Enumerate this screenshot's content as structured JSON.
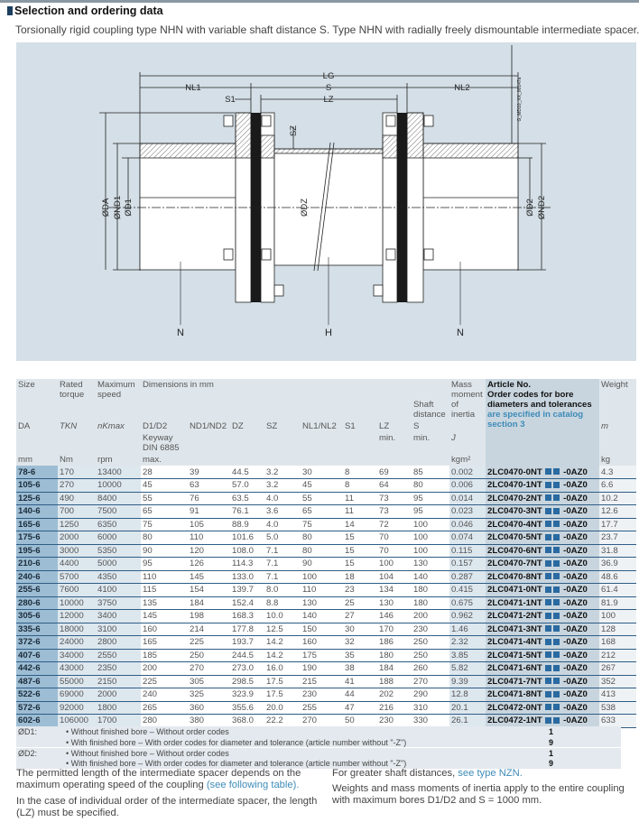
{
  "header": {
    "title": "Selection and ordering data",
    "subtitle": "Torsionally rigid coupling type NHN with variable shaft distance S. Type NHN with radially freely dismountable intermediate spacer."
  },
  "diagram": {
    "labels": {
      "LG": "LG",
      "NL1": "NL1",
      "S": "S",
      "NL2": "NL2",
      "S1": "S1",
      "LZ": "LZ",
      "SZ": "SZ",
      "DA": "ØDA",
      "ND1": "ØND1",
      "D1": "ØD1",
      "DZ": "ØDZ",
      "D2": "ØD2",
      "ND2": "ØND2",
      "N_left": "N",
      "H": "H",
      "N_right": "N"
    },
    "drawing_id": "G_MD10_XX_00147a"
  },
  "table": {
    "headers": {
      "size": "Size",
      "torque": "Rated torque",
      "speed": "Maximum speed",
      "dims": "Dimensions in mm",
      "shaft": "Shaft distance",
      "mass": "Mass moment of inertia",
      "article": "Article No.",
      "article_note": "Order codes for bore diameters and tolerances",
      "article_link": "are specified in catalog section 3",
      "weight": "Weight",
      "sym": [
        "DA",
        "TKN",
        "nKmax",
        "D1/D2",
        "ND1/ND2",
        "DZ",
        "SZ",
        "NL1/NL2",
        "S1",
        "LZ",
        "S",
        "J",
        "",
        "m"
      ],
      "sub": [
        "",
        "",
        "",
        "Keyway DIN 6885",
        "",
        "",
        "",
        "",
        "",
        "min.",
        "min.",
        "",
        "",
        ""
      ],
      "units": [
        "mm",
        "Nm",
        "rpm",
        "max.",
        "",
        "",
        "",
        "",
        "",
        "",
        "",
        "kgm²",
        "",
        "kg"
      ]
    },
    "rows": [
      [
        "78-6",
        "170",
        "13400",
        "28",
        "39",
        "44.5",
        "3.2",
        "30",
        "8",
        "69",
        "85",
        "0.002",
        "2LC0470-0NT",
        "-0AZ0",
        "4.3"
      ],
      [
        "105-6",
        "270",
        "10000",
        "45",
        "63",
        "57.0",
        "3.2",
        "45",
        "8",
        "64",
        "80",
        "0.006",
        "2LC0470-1NT",
        "-0AZ0",
        "6.6"
      ],
      [
        "125-6",
        "490",
        "8400",
        "55",
        "76",
        "63.5",
        "4.0",
        "55",
        "11",
        "73",
        "95",
        "0.014",
        "2LC0470-2NT",
        "-0AZ0",
        "10.2"
      ],
      [
        "140-6",
        "700",
        "7500",
        "65",
        "91",
        "76.1",
        "3.6",
        "65",
        "11",
        "73",
        "95",
        "0.023",
        "2LC0470-3NT",
        "-0AZ0",
        "12.6"
      ],
      [
        "165-6",
        "1250",
        "6350",
        "75",
        "105",
        "88.9",
        "4.0",
        "75",
        "14",
        "72",
        "100",
        "0.046",
        "2LC0470-4NT",
        "-0AZ0",
        "17.7"
      ],
      [
        "175-6",
        "2000",
        "6000",
        "80",
        "110",
        "101.6",
        "5.0",
        "80",
        "15",
        "70",
        "100",
        "0.074",
        "2LC0470-5NT",
        "-0AZ0",
        "23.7"
      ],
      [
        "195-6",
        "3000",
        "5350",
        "90",
        "120",
        "108.0",
        "7.1",
        "80",
        "15",
        "70",
        "100",
        "0.115",
        "2LC0470-6NT",
        "-0AZ0",
        "31.8"
      ],
      [
        "210-6",
        "4400",
        "5000",
        "95",
        "126",
        "114.3",
        "7.1",
        "90",
        "15",
        "100",
        "130",
        "0.157",
        "2LC0470-7NT",
        "-0AZ0",
        "36.9"
      ],
      [
        "240-6",
        "5700",
        "4350",
        "110",
        "145",
        "133.0",
        "7.1",
        "100",
        "18",
        "104",
        "140",
        "0.287",
        "2LC0470-8NT",
        "-0AZ0",
        "48.6"
      ],
      [
        "255-6",
        "7600",
        "4100",
        "115",
        "154",
        "139.7",
        "8.0",
        "110",
        "23",
        "134",
        "180",
        "0.415",
        "2LC0471-0NT",
        "-0AZ0",
        "61.4"
      ],
      [
        "280-6",
        "10000",
        "3750",
        "135",
        "184",
        "152.4",
        "8.8",
        "130",
        "25",
        "130",
        "180",
        "0.675",
        "2LC0471-1NT",
        "-0AZ0",
        "81.9"
      ],
      [
        "305-6",
        "12000",
        "3400",
        "145",
        "198",
        "168.3",
        "10.0",
        "140",
        "27",
        "146",
        "200",
        "0.962",
        "2LC0471-2NT",
        "-0AZ0",
        "100"
      ],
      [
        "335-6",
        "18000",
        "3100",
        "160",
        "214",
        "177.8",
        "12.5",
        "150",
        "30",
        "170",
        "230",
        "1.46",
        "2LC0471-3NT",
        "-0AZ0",
        "128"
      ],
      [
        "372-6",
        "24000",
        "2800",
        "165",
        "225",
        "193.7",
        "14.2",
        "160",
        "32",
        "186",
        "250",
        "2.32",
        "2LC0471-4NT",
        "-0AZ0",
        "168"
      ],
      [
        "407-6",
        "34000",
        "2550",
        "185",
        "250",
        "244.5",
        "14.2",
        "175",
        "35",
        "180",
        "250",
        "3.85",
        "2LC0471-5NT",
        "-0AZ0",
        "212"
      ],
      [
        "442-6",
        "43000",
        "2350",
        "200",
        "270",
        "273.0",
        "16.0",
        "190",
        "38",
        "184",
        "260",
        "5.82",
        "2LC0471-6NT",
        "-0AZ0",
        "267"
      ],
      [
        "487-6",
        "55000",
        "2150",
        "225",
        "305",
        "298.5",
        "17.5",
        "215",
        "41",
        "188",
        "270",
        "9.39",
        "2LC0471-7NT",
        "-0AZ0",
        "352"
      ],
      [
        "522-6",
        "69000",
        "2000",
        "240",
        "325",
        "323.9",
        "17.5",
        "230",
        "44",
        "202",
        "290",
        "12.8",
        "2LC0471-8NT",
        "-0AZ0",
        "413"
      ],
      [
        "572-6",
        "92000",
        "1800",
        "265",
        "360",
        "355.6",
        "20.0",
        "255",
        "47",
        "216",
        "310",
        "20.1",
        "2LC0472-0NT",
        "-0AZ0",
        "538"
      ],
      [
        "602-6",
        "106000",
        "1700",
        "280",
        "380",
        "368.0",
        "22.2",
        "270",
        "50",
        "230",
        "330",
        "26.1",
        "2LC0472-1NT",
        "-0AZ0",
        "633"
      ]
    ]
  },
  "footnotes": [
    {
      "label": "ØD1:",
      "text": "• Without finished bore – Without order codes",
      "code": "1"
    },
    {
      "label": "",
      "text": "• With finished bore – With order codes for diameter and tolerance (article number without \"-Z\")",
      "code": "9"
    },
    {
      "label": "ØD2:",
      "text": "• Without finished bore – Without order codes",
      "code": "1"
    },
    {
      "label": "",
      "text": "• With finished bore – With order codes for diameter and tolerance (article number without \"-Z\")",
      "code": "9"
    }
  ],
  "notes": {
    "left1": "The permitted length of the intermediate spacer depends on the maximum operating speed of the coupling ",
    "left1_link": "(see following table).",
    "left2": "In the case of individual order of the intermediate spacer, the length (LZ) must be specified.",
    "right1": "For greater shaft distances, ",
    "right1_link": "see type NZN.",
    "right2": "Weights and mass moments of inertia apply to the entire coupling with maximum bores D1/D2 and S = 1000 mm."
  },
  "colors": {
    "size_col": "#9dbdd4",
    "row_rule": "#2e5d85",
    "article_col": "#c8d5de",
    "link": "#3d8bb8",
    "diagram_bg": "#d4dfe7"
  }
}
